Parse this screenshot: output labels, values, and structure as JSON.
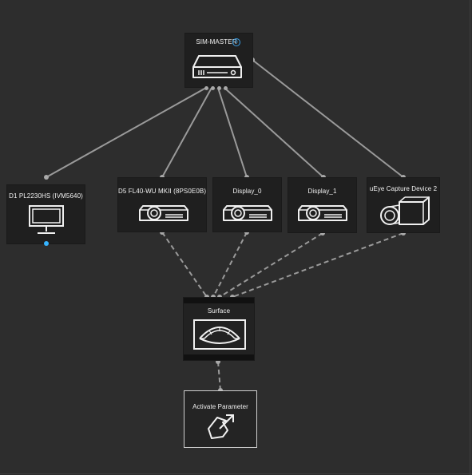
{
  "nodes": {
    "sim_master": {
      "title": "SIM-MASTER",
      "badge": "6",
      "ports": [
        "1",
        "2",
        "3",
        "4"
      ]
    },
    "display_d1": {
      "title": "D1 PL2230HS (IVM5640)"
    },
    "projector_d5": {
      "title": "D5 FL40-WU MKII (8PS0E0B)"
    },
    "display_0": {
      "title": "Display_0"
    },
    "display_1": {
      "title": "Display_1"
    },
    "ueye": {
      "title": "uEye Capture Device 2"
    },
    "surface": {
      "title": "Surface"
    },
    "activate_parameter": {
      "title": "Activate Parameter"
    }
  },
  "colors": {
    "background": "#2d2d2d",
    "node": "#1f1f1f",
    "wire": "#9a9a9a",
    "badge": "#3aa0e8",
    "status": "#36b4ff"
  },
  "icons": {
    "sim_master": "server-icon",
    "display_d1": "monitor-icon",
    "projector": "projector-icon",
    "ueye": "camera-icon",
    "surface": "surface-icon",
    "activate_parameter": "share-arrow-icon"
  }
}
